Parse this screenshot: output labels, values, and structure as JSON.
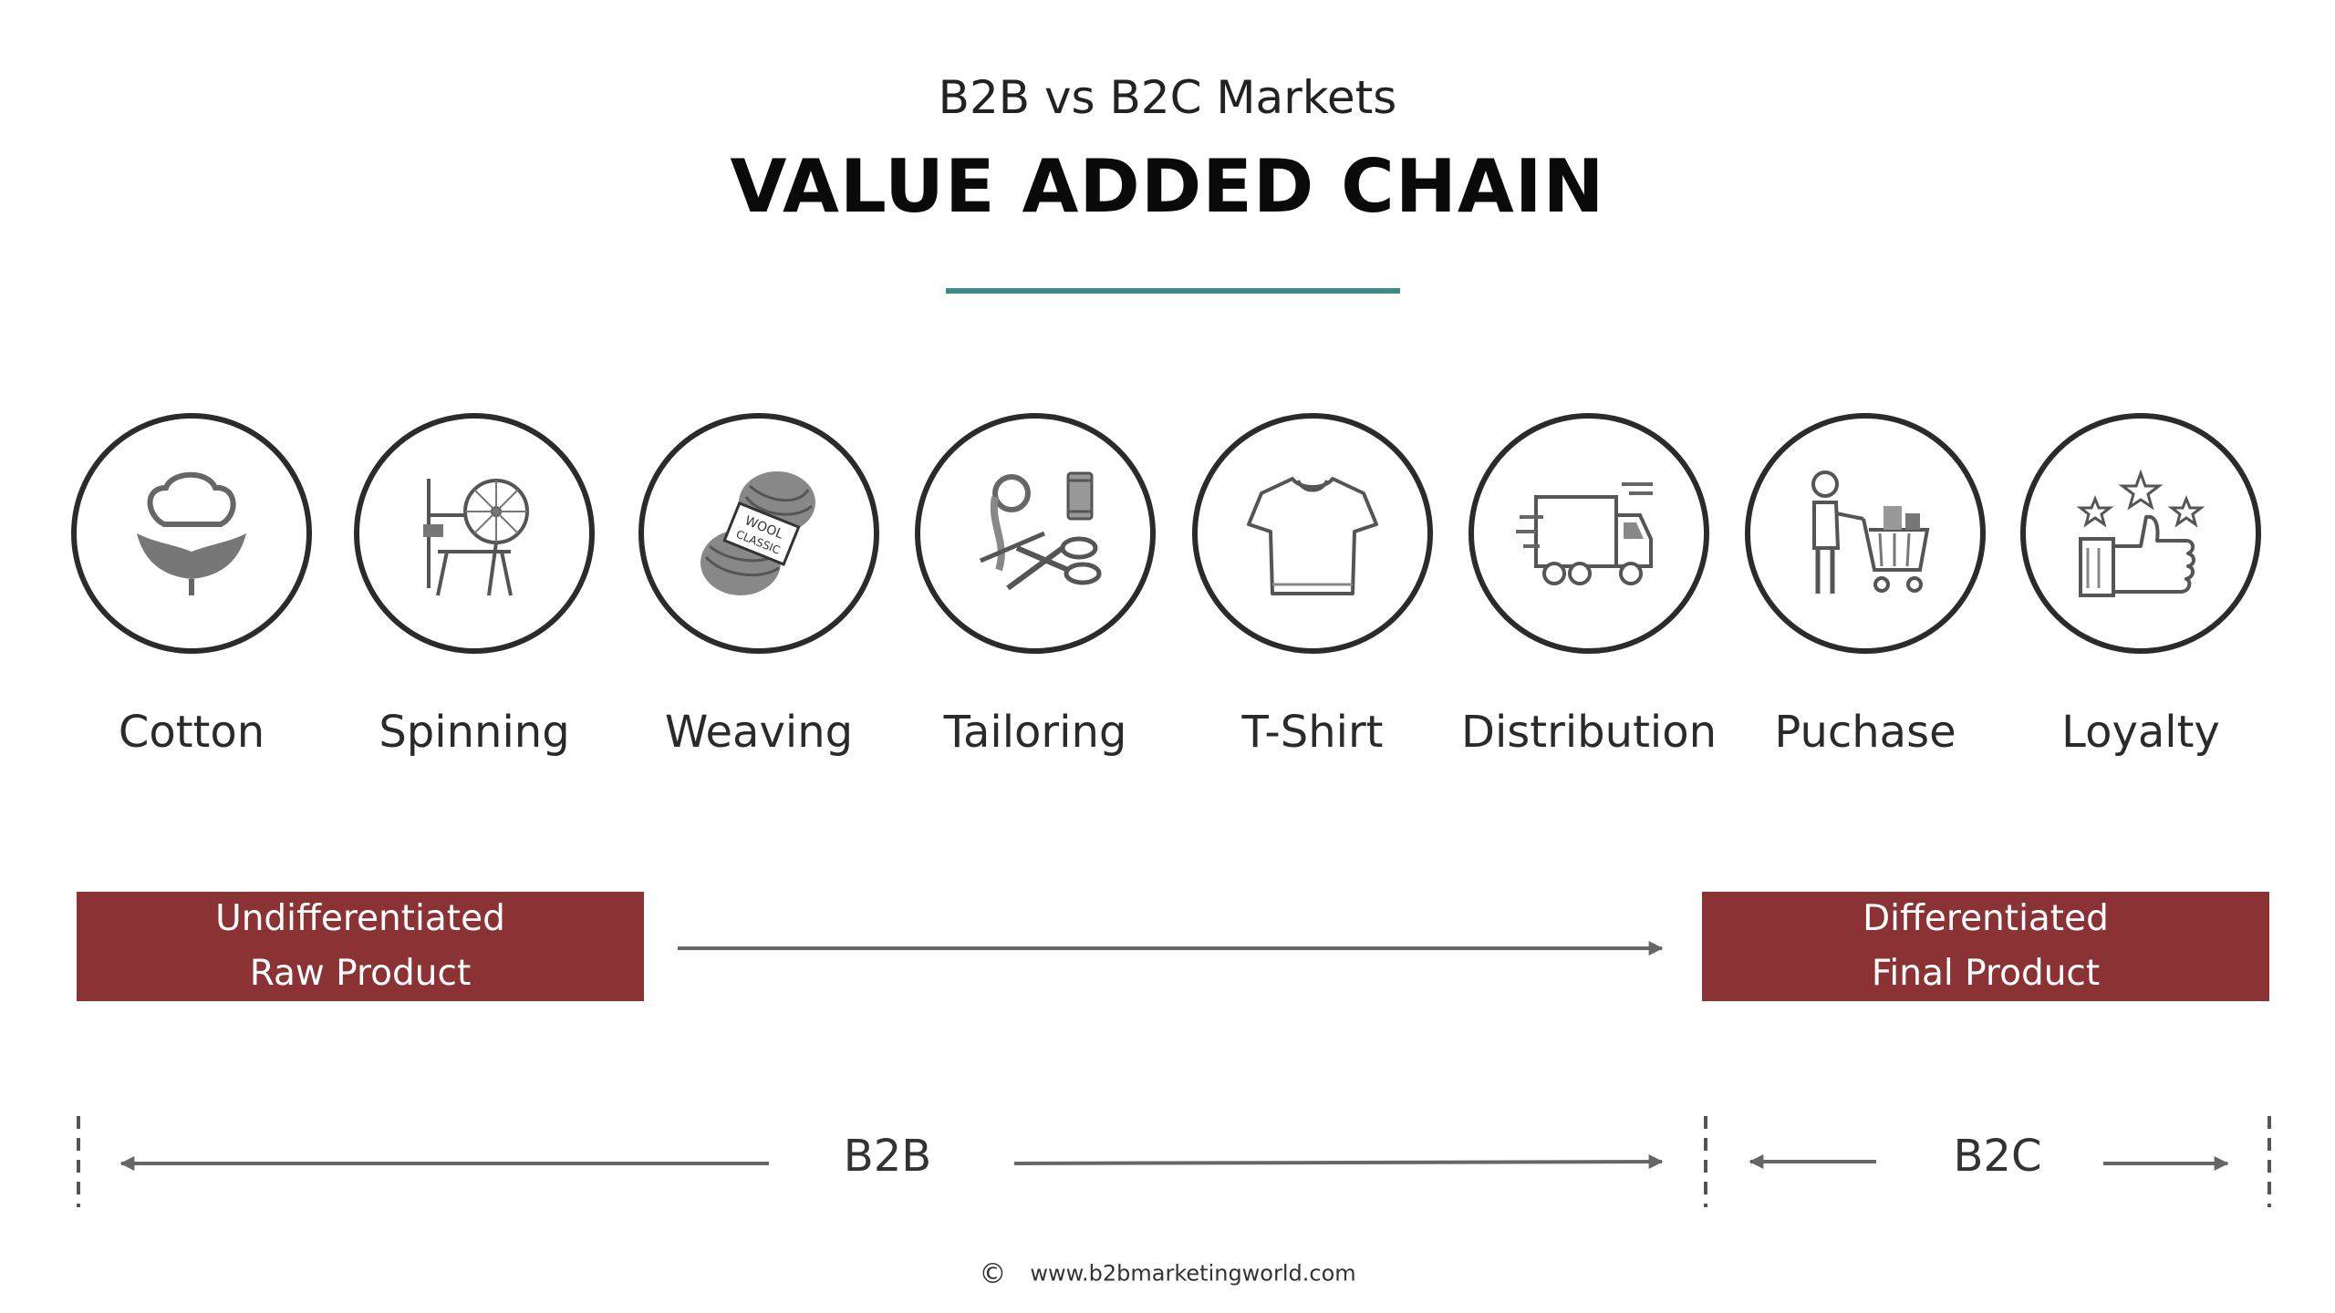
{
  "header": {
    "subtitle": "B2B vs B2C Markets",
    "title": "VALUE ADDED CHAIN"
  },
  "colors": {
    "accent_line": "#3a8a8c",
    "box_fill": "#8b3234",
    "circle_stroke": "#2b2b2b",
    "arrow": "#666666"
  },
  "stages": [
    {
      "label": "Cotton",
      "icon": "cotton-icon"
    },
    {
      "label": "Spinning",
      "icon": "spinning-wheel-icon"
    },
    {
      "label": "Weaving",
      "icon": "yarn-ball-icon"
    },
    {
      "label": "Tailoring",
      "icon": "tailoring-tools-icon"
    },
    {
      "label": "T-Shirt",
      "icon": "t-shirt-icon"
    },
    {
      "label": "Distribution",
      "icon": "delivery-truck-icon"
    },
    {
      "label": "Puchase",
      "icon": "shopping-cart-icon"
    },
    {
      "label": "Loyalty",
      "icon": "thumbs-up-stars-icon"
    }
  ],
  "yarn_tag": {
    "line1": "WOOL",
    "line2": "CLASSIC"
  },
  "boxes": {
    "left": {
      "line1": "Undifferentiated",
      "line2": "Raw Product"
    },
    "right": {
      "line1": "Differentiated",
      "line2": "Final Product"
    }
  },
  "markets": {
    "b2b": "B2B",
    "b2c": "B2C"
  },
  "footer": {
    "copyright_symbol": "©",
    "url": "www.b2bmarketingworld.com"
  }
}
